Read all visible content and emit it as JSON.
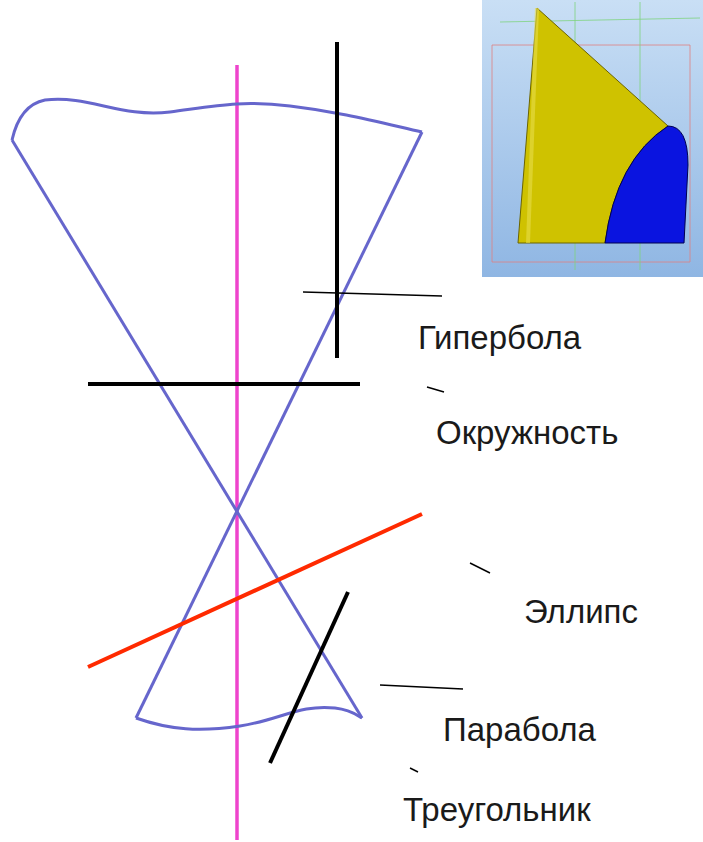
{
  "diagram": {
    "labels": [
      "Гипербола",
      "Окружность",
      "Эллипс",
      "Парабола",
      "Треугольник"
    ]
  }
}
